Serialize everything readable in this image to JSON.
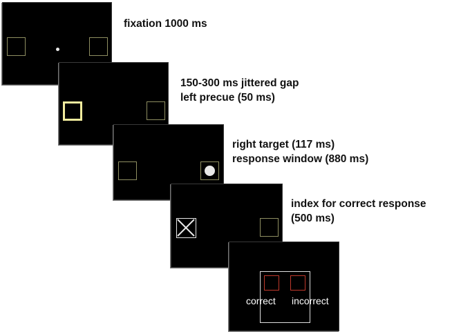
{
  "frames": [
    {
      "id": "fixation",
      "label_lines": [
        "fixation 1000 ms"
      ]
    },
    {
      "id": "precue",
      "label_lines": [
        "150-300 ms jittered gap",
        "left precue (50 ms)"
      ]
    },
    {
      "id": "target",
      "label_lines": [
        "right target (117 ms)",
        "response window (880 ms)"
      ]
    },
    {
      "id": "index",
      "label_lines": [
        "index for correct response",
        "(500 ms)"
      ]
    },
    {
      "id": "feedback",
      "feedback_labels": [
        "correct",
        "incorrect"
      ]
    }
  ],
  "colors": {
    "background": "#ffffff",
    "screen": "#000000",
    "placeholder_box": "#8f8f62",
    "cue_box": "#f2ec9e",
    "stimulus": "#e8e8e8",
    "feedback_box": "#c0392b",
    "feedback_outline": "#e0e0e0"
  },
  "icons": {
    "fixation": "fixation-dot-icon",
    "target": "target-disc-icon",
    "index": "x-mark-icon"
  }
}
